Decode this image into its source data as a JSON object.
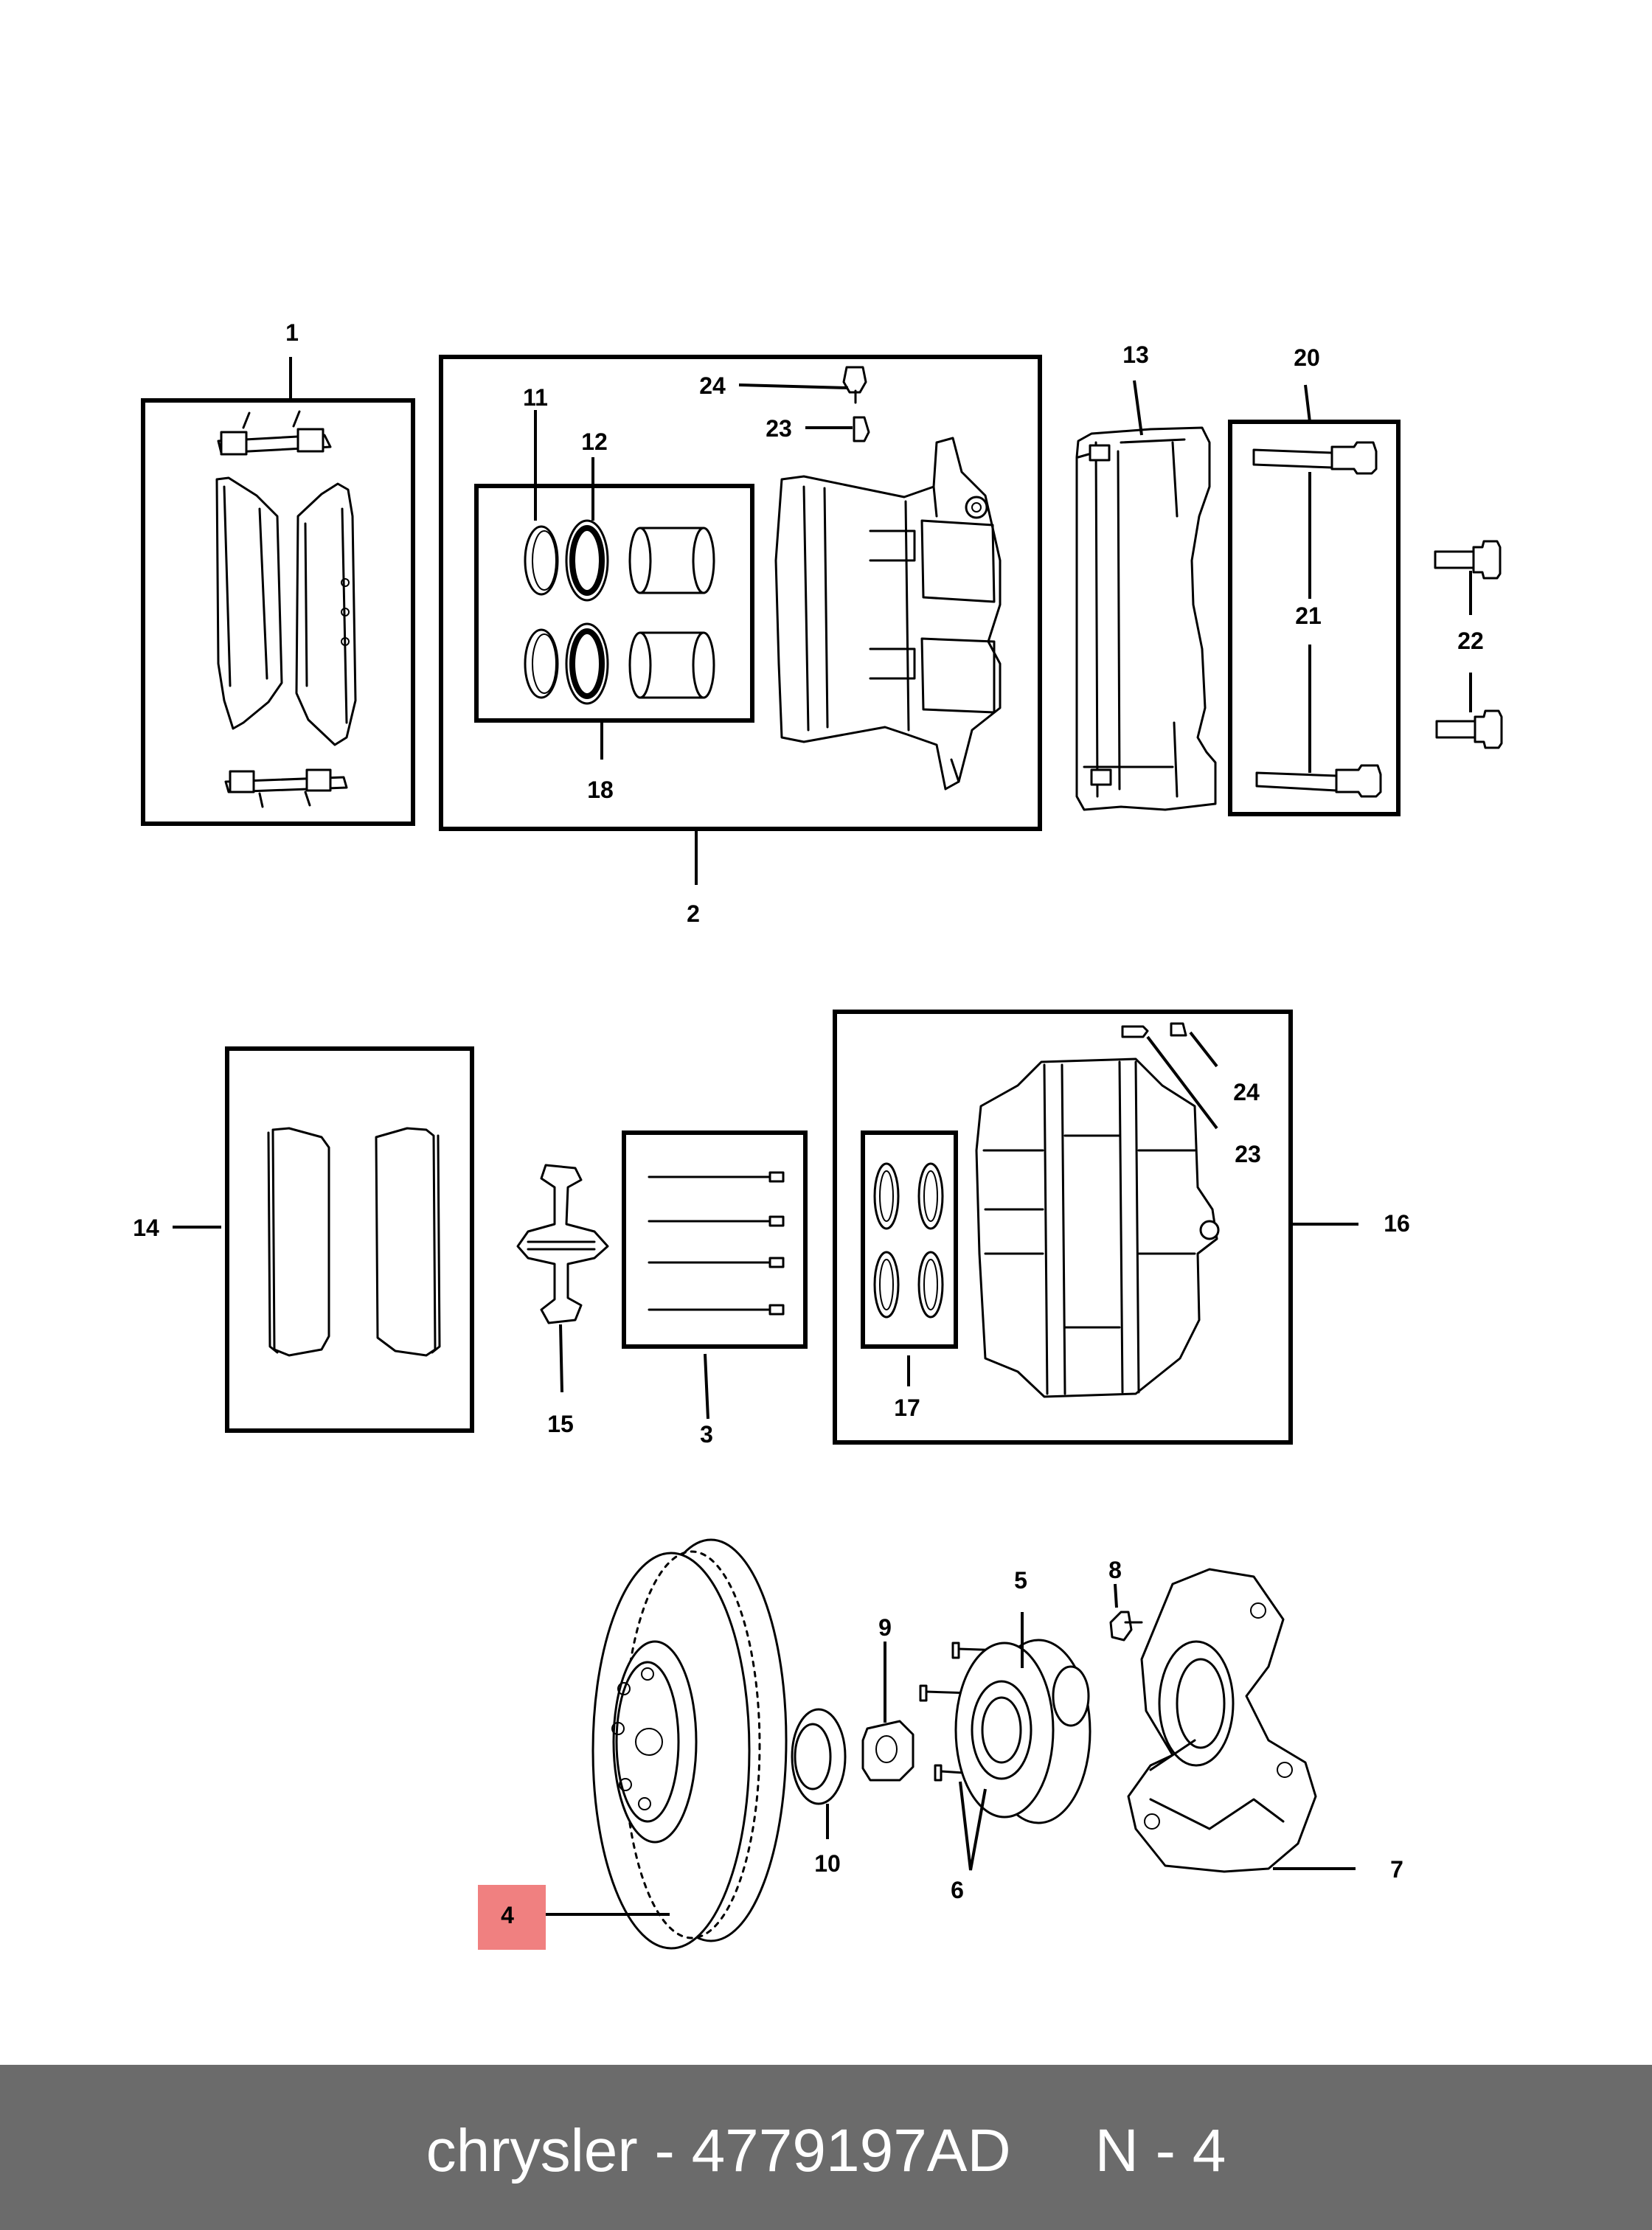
{
  "callouts": [
    {
      "id": "c1",
      "text": "1"
    },
    {
      "id": "c2",
      "text": "2"
    },
    {
      "id": "c3",
      "text": "3"
    },
    {
      "id": "c4",
      "text": "4"
    },
    {
      "id": "c5",
      "text": "5"
    },
    {
      "id": "c6",
      "text": "6"
    },
    {
      "id": "c7",
      "text": "7"
    },
    {
      "id": "c8",
      "text": "8"
    },
    {
      "id": "c9",
      "text": "9"
    },
    {
      "id": "c10",
      "text": "10"
    },
    {
      "id": "c11",
      "text": "11"
    },
    {
      "id": "c12",
      "text": "12"
    },
    {
      "id": "c13",
      "text": "13"
    },
    {
      "id": "c14",
      "text": "14"
    },
    {
      "id": "c15",
      "text": "15"
    },
    {
      "id": "c16",
      "text": "16"
    },
    {
      "id": "c17",
      "text": "17"
    },
    {
      "id": "c18",
      "text": "18"
    },
    {
      "id": "c20",
      "text": "20"
    },
    {
      "id": "c21",
      "text": "21"
    },
    {
      "id": "c22",
      "text": "22"
    },
    {
      "id": "c23a",
      "text": "23"
    },
    {
      "id": "c24a",
      "text": "24"
    },
    {
      "id": "c23b",
      "text": "23"
    },
    {
      "id": "c24b",
      "text": "24"
    }
  ],
  "highlight": {
    "callout": "4",
    "color": "#f08080"
  },
  "footer": {
    "text": "chrysler - 4779197AD     N - 4",
    "background": "#6b6b6b",
    "color": "#ffffff"
  }
}
